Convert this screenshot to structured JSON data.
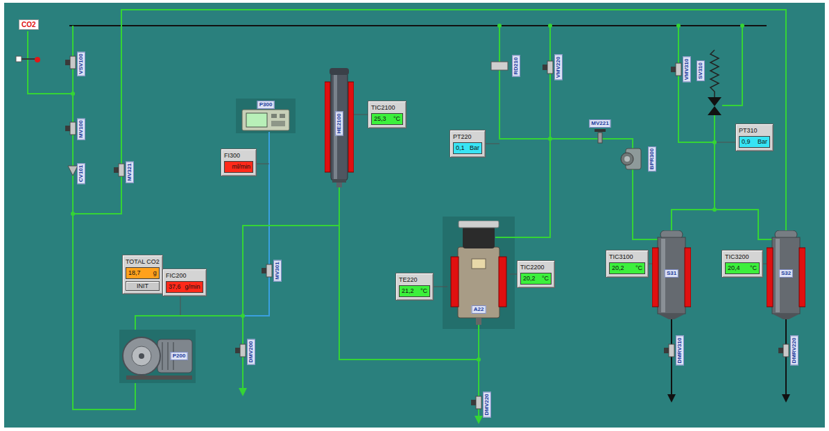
{
  "diagram": {
    "nodes": [
      {
        "text": [
          "CO2"
        ]
      },
      {
        "text": [
          "P300"
        ]
      },
      {
        "text": [
          "TIC2100"
        ]
      },
      {
        "text": [
          "25,3",
          "°C"
        ],
        "in": 2
      },
      {
        "text": [
          "HE2100"
        ]
      },
      {
        "text": [
          "FI300"
        ]
      },
      {
        "text": [
          "ml/min"
        ],
        "in": 5
      },
      {
        "text": [
          "PT220"
        ]
      },
      {
        "text": [
          "0,1",
          "Bar"
        ],
        "in": 7
      },
      {
        "text": [
          "PT310"
        ]
      },
      {
        "text": [
          "0,9",
          "Bar"
        ],
        "in": 9
      },
      {
        "text": [
          "TOTAL CO2"
        ]
      },
      {
        "text": [
          "18,7",
          "g"
        ],
        "in": 11
      },
      {
        "text": [
          "INIT"
        ],
        "in": 11
      },
      {
        "text": [
          "FIC200"
        ]
      },
      {
        "text": [
          "37,6",
          "g/min"
        ],
        "in": 14
      },
      {
        "text": [
          "P200"
        ]
      },
      {
        "text": [
          "A22"
        ]
      },
      {
        "text": [
          "TE220"
        ]
      },
      {
        "text": [
          "21,2",
          "°C"
        ],
        "in": 18
      },
      {
        "text": [
          "TIC2200"
        ]
      },
      {
        "text": [
          "20,2",
          "°C"
        ],
        "in": 20
      },
      {
        "text": [
          "TIC3100"
        ]
      },
      {
        "text": [
          "20,2",
          "°C"
        ],
        "in": 22
      },
      {
        "text": [
          "S31"
        ]
      },
      {
        "text": [
          "TIC3200"
        ]
      },
      {
        "text": [
          "20,4",
          "°C"
        ],
        "in": 25
      },
      {
        "text": [
          "S32"
        ]
      }
    ],
    "edges": [
      {
        "from": 2,
        "to": 4,
        "arrow": "none"
      },
      {
        "from": 16,
        "to": 4,
        "arrow": "none"
      },
      {
        "from": 4,
        "to": 17,
        "arrow": "none"
      },
      {
        "from": 18,
        "to": 17,
        "arrow": "none"
      },
      {
        "from": 20,
        "to": 17,
        "arrow": "none"
      },
      {
        "from": 22,
        "to": 24,
        "arrow": "none"
      },
      {
        "from": 25,
        "to": 27,
        "arrow": "none"
      }
    ],
    "labels": [
      "VSV100",
      "MV100",
      "CV101",
      "MV321",
      "MV301",
      "DMV200",
      "RD210",
      "VMV220",
      "MV221",
      "BPR300",
      "VMV310",
      "SV310",
      "DMV220",
      "DMRV310",
      "DMRV220"
    ]
  }
}
